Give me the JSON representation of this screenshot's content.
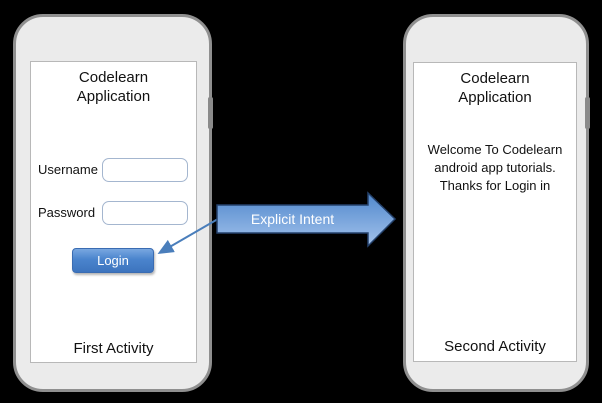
{
  "scene": {
    "background": "#000000"
  },
  "intent_arrow": {
    "label": "Explicit Intent",
    "fill_top": "#5088cc",
    "fill_bottom": "#a3c2ec",
    "stroke": "#24416b",
    "connector_color": "#4a7ebb"
  },
  "first_phone": {
    "title_line1": "Codelearn",
    "title_line2": "Application",
    "username_label": "Username",
    "username_value": "",
    "password_label": "Password",
    "password_value": "",
    "login_button_label": "Login",
    "activity_label": "First Activity"
  },
  "second_phone": {
    "title_line1": "Codelearn",
    "title_line2": "Application",
    "message_line1": "Welcome To Codelearn",
    "message_line2": "android app tutorials.",
    "message_line3": "Thanks for Login in",
    "activity_label": "Second Activity"
  },
  "colors": {
    "phone_body": "#ebebeb",
    "phone_border": "#8f8f8f",
    "side_button": "#8a8a8a",
    "screen_background": "#ffffff",
    "screen_border": "#b8b8b8",
    "input_border": "#a4b6cf",
    "login_button_top": "#79a7e0",
    "login_button_bottom": "#3d74be",
    "text_color": "#111111",
    "arrow_label_color": "#ffffff"
  }
}
